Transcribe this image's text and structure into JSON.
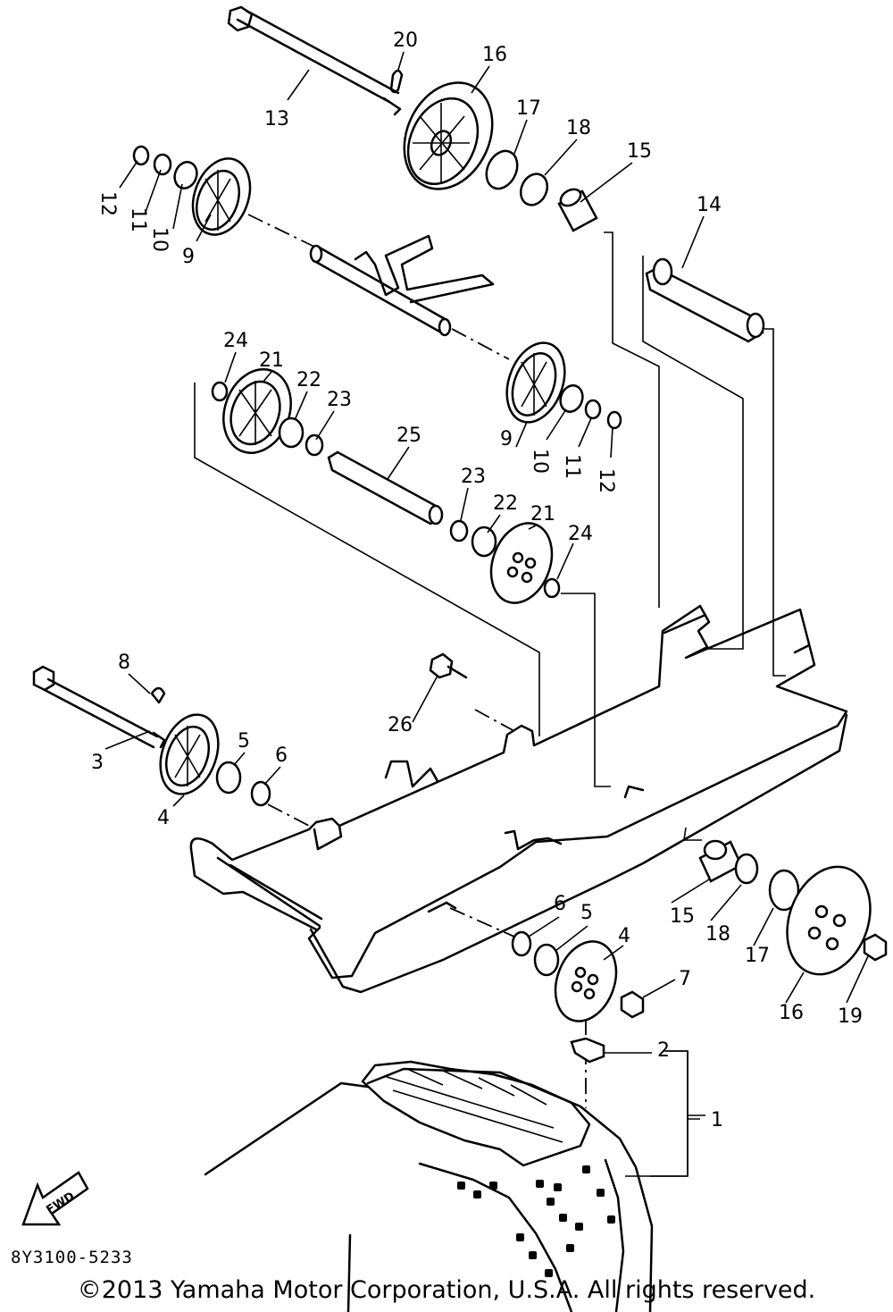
{
  "diagram": {
    "drawing_code": "8Y3100-5233",
    "copyright": "©2013 Yamaha Motor Corporation, U.S.A. All rights reserved.",
    "fwd_label": "FWD",
    "callouts": [
      "1",
      "2",
      "3",
      "4",
      "4",
      "5",
      "5",
      "6",
      "6",
      "7",
      "8",
      "9",
      "9",
      "10",
      "10",
      "11",
      "11",
      "12",
      "12",
      "13",
      "14",
      "15",
      "15",
      "16",
      "16",
      "17",
      "17",
      "18",
      "18",
      "19",
      "20",
      "21",
      "21",
      "22",
      "22",
      "23",
      "23",
      "24",
      "24",
      "25",
      "26"
    ]
  }
}
